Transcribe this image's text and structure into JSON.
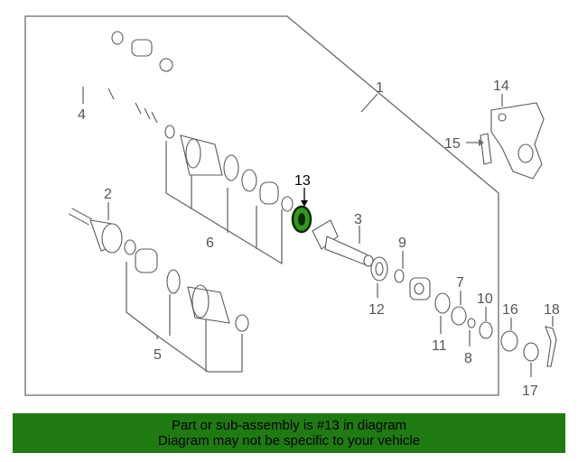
{
  "diagram": {
    "highlighted_part": "13",
    "callouts": [
      {
        "id": "1",
        "label": "1"
      },
      {
        "id": "2",
        "label": "2"
      },
      {
        "id": "3",
        "label": "3"
      },
      {
        "id": "4",
        "label": "4"
      },
      {
        "id": "5",
        "label": "5"
      },
      {
        "id": "6",
        "label": "6"
      },
      {
        "id": "7",
        "label": "7"
      },
      {
        "id": "8",
        "label": "8"
      },
      {
        "id": "9",
        "label": "9"
      },
      {
        "id": "10",
        "label": "10"
      },
      {
        "id": "11",
        "label": "11"
      },
      {
        "id": "12",
        "label": "12"
      },
      {
        "id": "13",
        "label": "13"
      },
      {
        "id": "14",
        "label": "14"
      },
      {
        "id": "15",
        "label": "15"
      },
      {
        "id": "16",
        "label": "16"
      },
      {
        "id": "17",
        "label": "17"
      },
      {
        "id": "18",
        "label": "18"
      }
    ],
    "colors": {
      "banner_bg": "#1f7a12",
      "highlight_part": "#2f9a1c",
      "line": "#6a6a6a"
    }
  },
  "banner": {
    "line1": "Part or sub-assembly is #13 in diagram",
    "line2": "Diagram may not be specific to your vehicle"
  }
}
